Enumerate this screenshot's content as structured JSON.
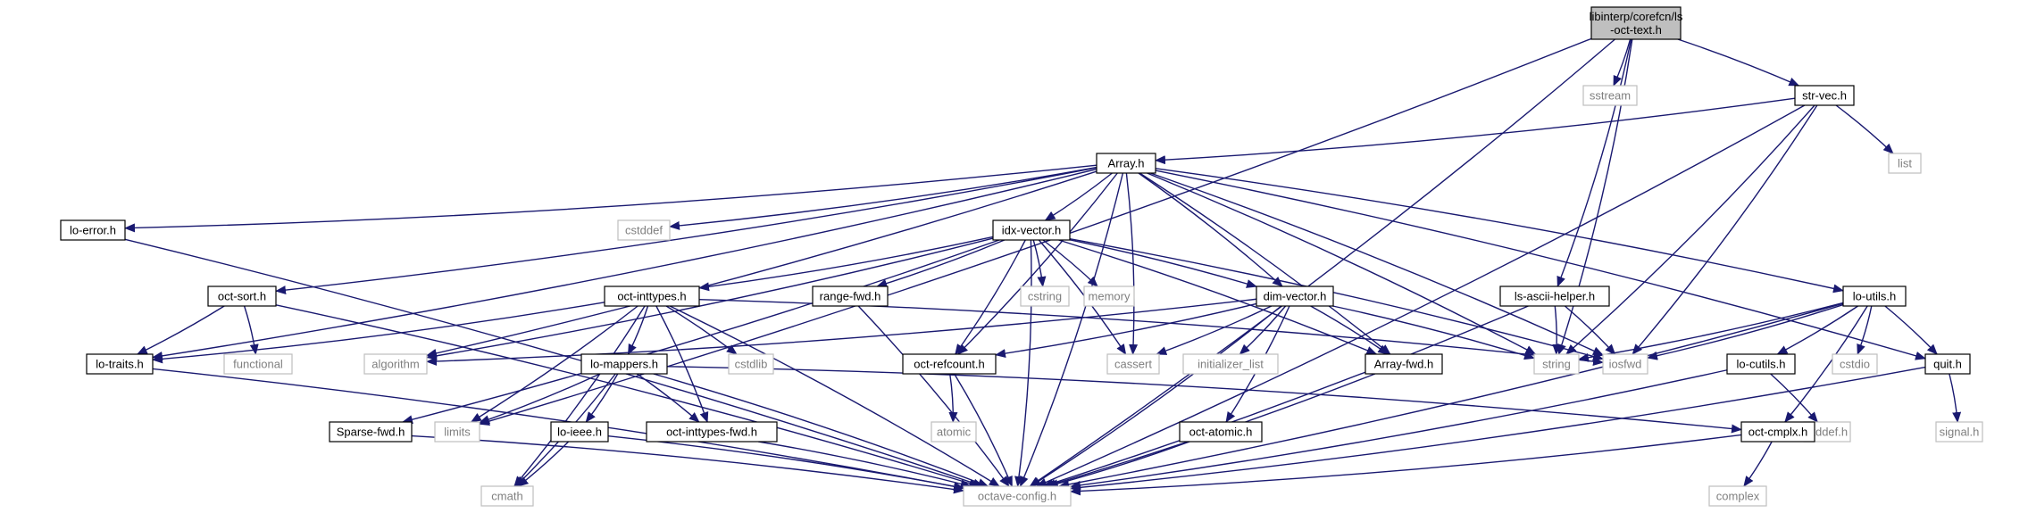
{
  "colors": {
    "edge": "#191970",
    "root_fill": "#bfbfbf",
    "external_border": "#bfbfbf",
    "external_text": "#7f7f7f"
  },
  "nodes": [
    {
      "id": "root",
      "lines": [
        "libinterp/corefcn/ls",
        "-oct-text.h"
      ],
      "kind": "root"
    },
    {
      "id": "sstream",
      "lines": [
        "sstream"
      ],
      "kind": "external"
    },
    {
      "id": "str_vec",
      "lines": [
        "str-vec.h"
      ],
      "kind": "normal"
    },
    {
      "id": "list",
      "lines": [
        "list"
      ],
      "kind": "external"
    },
    {
      "id": "array",
      "lines": [
        "Array.h"
      ],
      "kind": "normal"
    },
    {
      "id": "lo_error",
      "lines": [
        "lo-error.h"
      ],
      "kind": "normal"
    },
    {
      "id": "cstddef",
      "lines": [
        "cstddef"
      ],
      "kind": "external"
    },
    {
      "id": "idx_vector",
      "lines": [
        "idx-vector.h"
      ],
      "kind": "normal"
    },
    {
      "id": "oct_sort",
      "lines": [
        "oct-sort.h"
      ],
      "kind": "normal"
    },
    {
      "id": "oct_inttypes",
      "lines": [
        "oct-inttypes.h"
      ],
      "kind": "normal"
    },
    {
      "id": "range_fwd",
      "lines": [
        "range-fwd.h"
      ],
      "kind": "normal"
    },
    {
      "id": "cstring",
      "lines": [
        "cstring"
      ],
      "kind": "external"
    },
    {
      "id": "memory",
      "lines": [
        "memory"
      ],
      "kind": "external"
    },
    {
      "id": "dim_vector",
      "lines": [
        "dim-vector.h"
      ],
      "kind": "normal"
    },
    {
      "id": "ls_ascii_helper",
      "lines": [
        "ls-ascii-helper.h"
      ],
      "kind": "normal"
    },
    {
      "id": "lo_utils",
      "lines": [
        "lo-utils.h"
      ],
      "kind": "normal"
    },
    {
      "id": "lo_traits",
      "lines": [
        "lo-traits.h"
      ],
      "kind": "normal"
    },
    {
      "id": "functional",
      "lines": [
        "functional"
      ],
      "kind": "external"
    },
    {
      "id": "algorithm",
      "lines": [
        "algorithm"
      ],
      "kind": "external"
    },
    {
      "id": "lo_mappers",
      "lines": [
        "lo-mappers.h"
      ],
      "kind": "normal"
    },
    {
      "id": "cstdlib",
      "lines": [
        "cstdlib"
      ],
      "kind": "external"
    },
    {
      "id": "oct_refcount",
      "lines": [
        "oct-refcount.h"
      ],
      "kind": "normal"
    },
    {
      "id": "cassert",
      "lines": [
        "cassert"
      ],
      "kind": "external"
    },
    {
      "id": "initializer_list",
      "lines": [
        "initializer_list"
      ],
      "kind": "external"
    },
    {
      "id": "array_fwd",
      "lines": [
        "Array-fwd.h"
      ],
      "kind": "normal"
    },
    {
      "id": "string",
      "lines": [
        "string"
      ],
      "kind": "external"
    },
    {
      "id": "iosfwd",
      "lines": [
        "iosfwd"
      ],
      "kind": "external"
    },
    {
      "id": "lo_cutils",
      "lines": [
        "lo-cutils.h"
      ],
      "kind": "normal"
    },
    {
      "id": "cstdio",
      "lines": [
        "cstdio"
      ],
      "kind": "external"
    },
    {
      "id": "quit",
      "lines": [
        "quit.h"
      ],
      "kind": "normal"
    },
    {
      "id": "limits",
      "lines": [
        "limits"
      ],
      "kind": "external"
    },
    {
      "id": "sparse_fwd",
      "lines": [
        "Sparse-fwd.h"
      ],
      "kind": "normal"
    },
    {
      "id": "lo_ieee",
      "lines": [
        "lo-ieee.h"
      ],
      "kind": "normal"
    },
    {
      "id": "oct_inttypes_fwd",
      "lines": [
        "oct-inttypes-fwd.h"
      ],
      "kind": "normal"
    },
    {
      "id": "atomic",
      "lines": [
        "atomic"
      ],
      "kind": "external"
    },
    {
      "id": "oct_atomic",
      "lines": [
        "oct-atomic.h"
      ],
      "kind": "normal"
    },
    {
      "id": "stddef",
      "lines": [
        "stddef.h"
      ],
      "kind": "external"
    },
    {
      "id": "oct_cmplx",
      "lines": [
        "oct-cmplx.h"
      ],
      "kind": "normal"
    },
    {
      "id": "signal",
      "lines": [
        "signal.h"
      ],
      "kind": "external"
    },
    {
      "id": "cmath",
      "lines": [
        "cmath"
      ],
      "kind": "external"
    },
    {
      "id": "octave_config",
      "lines": [
        "octave-config.h"
      ],
      "kind": "external"
    },
    {
      "id": "complex",
      "lines": [
        "complex"
      ],
      "kind": "external"
    }
  ],
  "edges": [
    [
      "root",
      "sstream"
    ],
    [
      "root",
      "str_vec"
    ],
    [
      "root",
      "ls_ascii_helper"
    ],
    [
      "root",
      "string"
    ],
    [
      "root",
      "limits"
    ],
    [
      "root",
      "octave_config"
    ],
    [
      "str_vec",
      "array"
    ],
    [
      "str_vec",
      "list"
    ],
    [
      "str_vec",
      "string"
    ],
    [
      "str_vec",
      "iosfwd"
    ],
    [
      "str_vec",
      "octave_config"
    ],
    [
      "array",
      "lo_error"
    ],
    [
      "array",
      "cstddef"
    ],
    [
      "array",
      "idx_vector"
    ],
    [
      "array",
      "oct_sort"
    ],
    [
      "array",
      "lo_traits"
    ],
    [
      "array",
      "algorithm"
    ],
    [
      "array",
      "oct_refcount"
    ],
    [
      "array",
      "cassert"
    ],
    [
      "array",
      "dim_vector"
    ],
    [
      "array",
      "array_fwd"
    ],
    [
      "array",
      "string"
    ],
    [
      "array",
      "iosfwd"
    ],
    [
      "array",
      "lo_utils"
    ],
    [
      "array",
      "quit"
    ],
    [
      "array",
      "octave_config"
    ],
    [
      "lo_error",
      "octave_config"
    ],
    [
      "idx_vector",
      "oct_inttypes"
    ],
    [
      "idx_vector",
      "range_fwd"
    ],
    [
      "idx_vector",
      "cstring"
    ],
    [
      "idx_vector",
      "memory"
    ],
    [
      "idx_vector",
      "dim_vector"
    ],
    [
      "idx_vector",
      "oct_refcount"
    ],
    [
      "idx_vector",
      "cassert"
    ],
    [
      "idx_vector",
      "algorithm"
    ],
    [
      "idx_vector",
      "sparse_fwd"
    ],
    [
      "idx_vector",
      "array_fwd"
    ],
    [
      "idx_vector",
      "iosfwd"
    ],
    [
      "idx_vector",
      "octave_config"
    ],
    [
      "oct_sort",
      "lo_traits"
    ],
    [
      "oct_sort",
      "functional"
    ],
    [
      "oct_sort",
      "octave_config"
    ],
    [
      "oct_inttypes",
      "lo_traits"
    ],
    [
      "oct_inttypes",
      "lo_mappers"
    ],
    [
      "oct_inttypes",
      "cstdlib"
    ],
    [
      "oct_inttypes",
      "limits"
    ],
    [
      "oct_inttypes",
      "iosfwd"
    ],
    [
      "oct_inttypes",
      "oct_inttypes_fwd"
    ],
    [
      "oct_inttypes",
      "cmath"
    ],
    [
      "oct_inttypes",
      "octave_config"
    ],
    [
      "range_fwd",
      "octave_config"
    ],
    [
      "dim_vector",
      "algorithm"
    ],
    [
      "dim_vector",
      "oct_refcount"
    ],
    [
      "dim_vector",
      "cassert"
    ],
    [
      "dim_vector",
      "initializer_list"
    ],
    [
      "dim_vector",
      "array_fwd"
    ],
    [
      "dim_vector",
      "string"
    ],
    [
      "dim_vector",
      "oct_atomic"
    ],
    [
      "dim_vector",
      "octave_config"
    ],
    [
      "ls_ascii_helper",
      "string"
    ],
    [
      "ls_ascii_helper",
      "iosfwd"
    ],
    [
      "ls_ascii_helper",
      "octave_config"
    ],
    [
      "lo_utils",
      "string"
    ],
    [
      "lo_utils",
      "iosfwd"
    ],
    [
      "lo_utils",
      "lo_cutils"
    ],
    [
      "lo_utils",
      "cstdio"
    ],
    [
      "lo_utils",
      "quit"
    ],
    [
      "lo_utils",
      "oct_cmplx"
    ],
    [
      "lo_utils",
      "octave_config"
    ],
    [
      "lo_traits",
      "octave_config"
    ],
    [
      "lo_mappers",
      "limits"
    ],
    [
      "lo_mappers",
      "lo_ieee"
    ],
    [
      "lo_mappers",
      "oct_inttypes_fwd"
    ],
    [
      "lo_mappers",
      "oct_cmplx"
    ],
    [
      "lo_mappers",
      "cmath"
    ],
    [
      "lo_mappers",
      "octave_config"
    ],
    [
      "oct_refcount",
      "atomic"
    ],
    [
      "oct_refcount",
      "octave_config"
    ],
    [
      "array_fwd",
      "octave_config"
    ],
    [
      "lo_cutils",
      "stddef"
    ],
    [
      "lo_cutils",
      "octave_config"
    ],
    [
      "quit",
      "signal"
    ],
    [
      "quit",
      "octave_config"
    ],
    [
      "sparse_fwd",
      "octave_config"
    ],
    [
      "lo_ieee",
      "cmath"
    ],
    [
      "lo_ieee",
      "octave_config"
    ],
    [
      "oct_inttypes_fwd",
      "octave_config"
    ],
    [
      "oct_atomic",
      "octave_config"
    ],
    [
      "oct_cmplx",
      "complex"
    ],
    [
      "oct_cmplx",
      "octave_config"
    ]
  ]
}
